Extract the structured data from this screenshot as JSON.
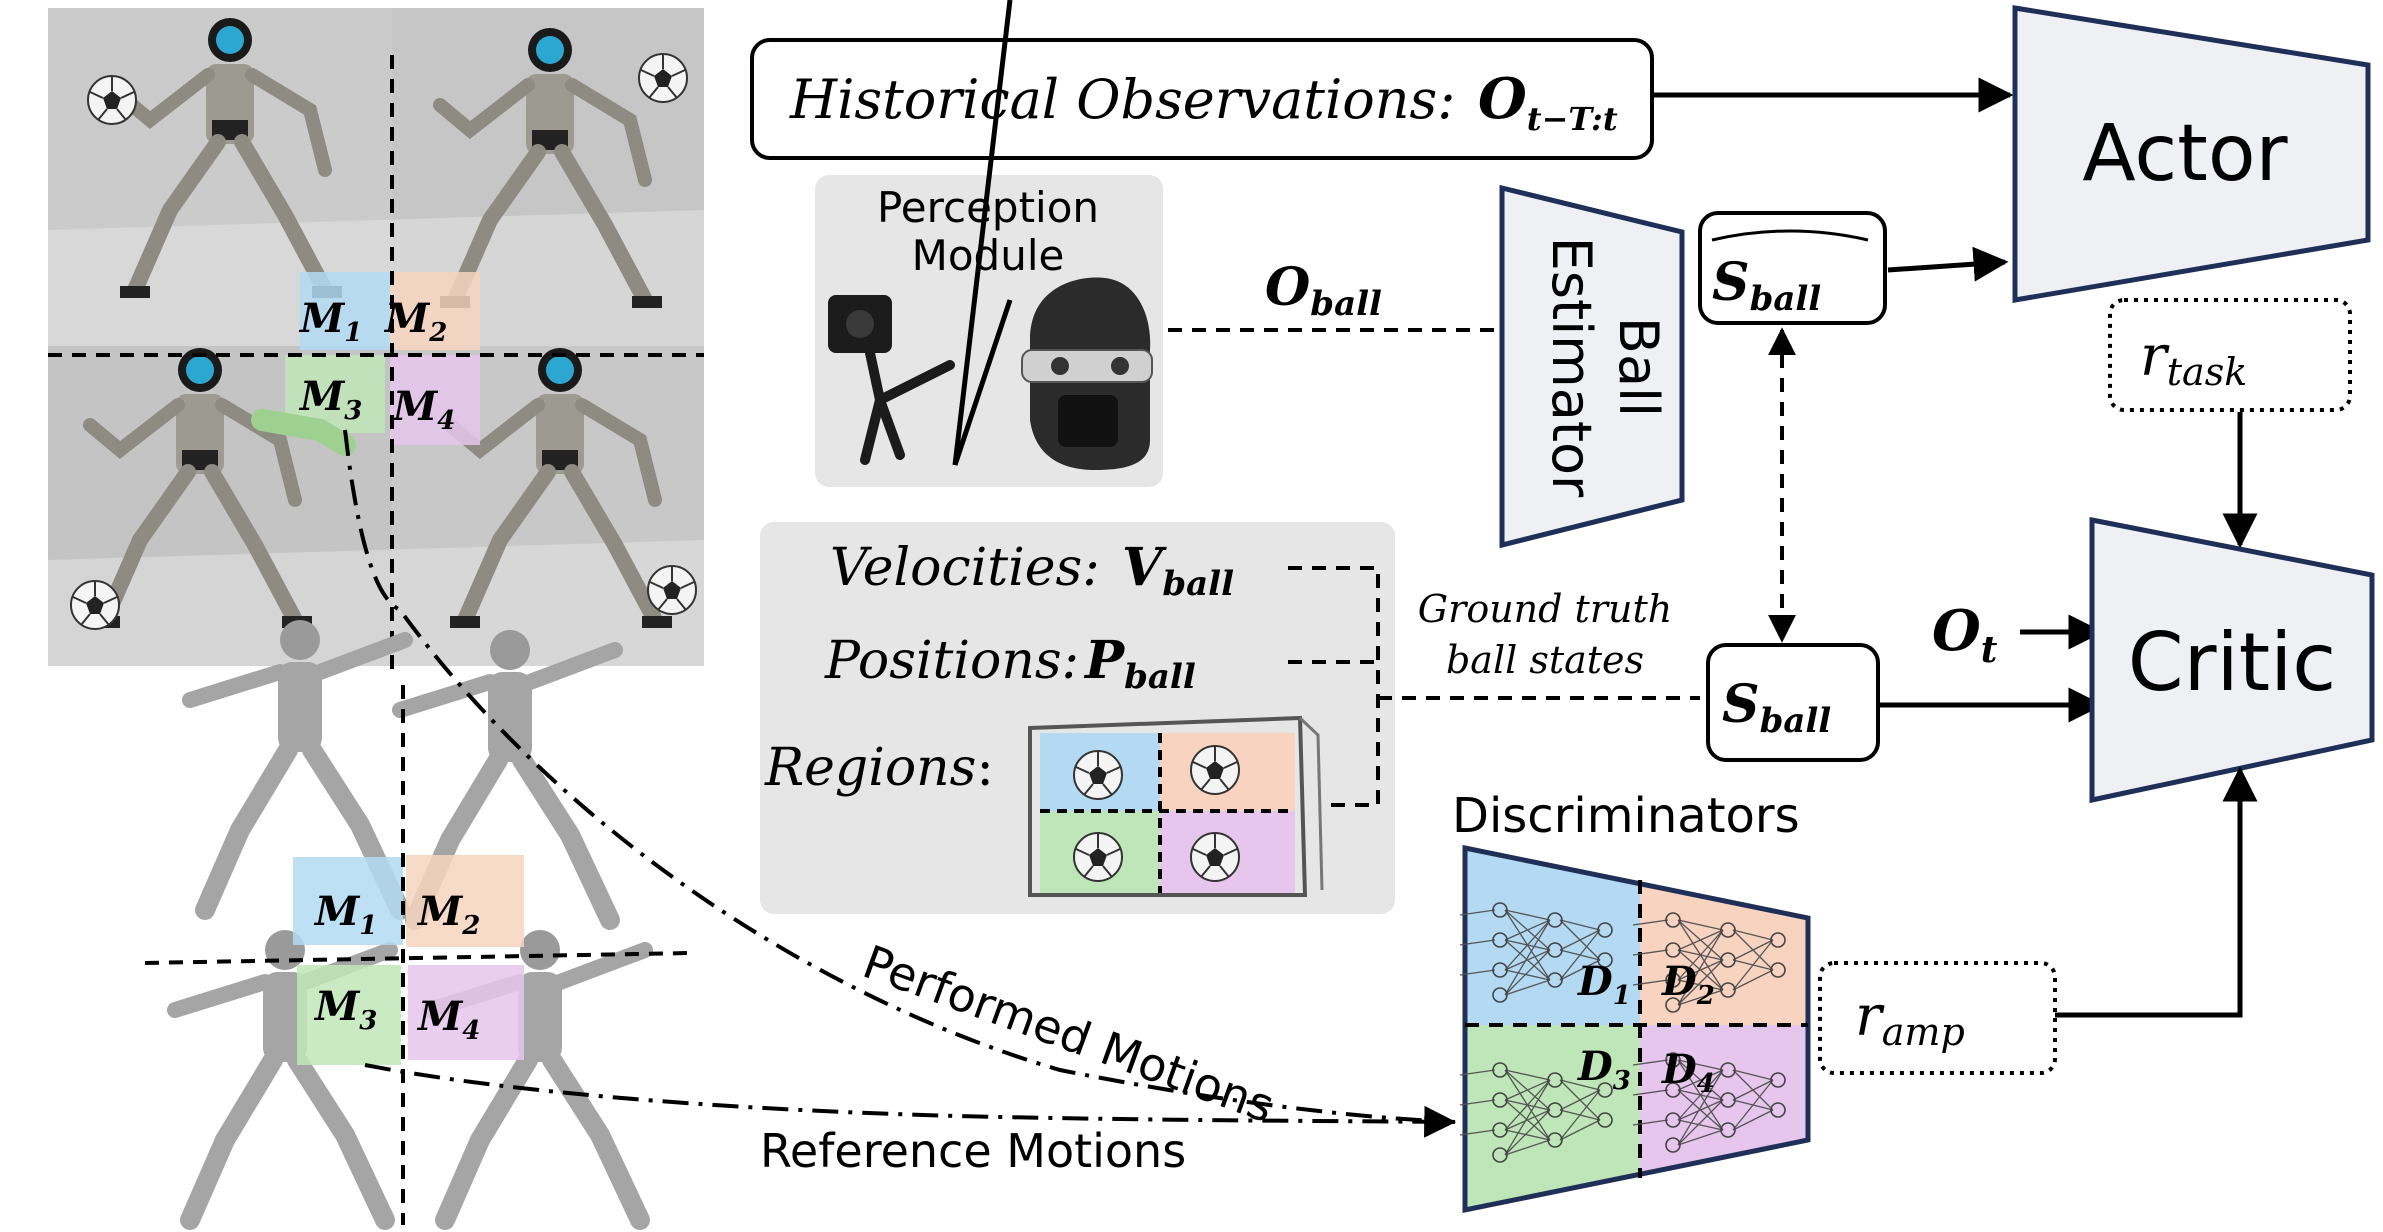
{
  "history_box": {
    "label": "Historical Observations:",
    "symbol": "O",
    "symbol_sub": "t−T:t"
  },
  "perception": {
    "title_line1": "Perception",
    "title_line2": "Module"
  },
  "o_ball": {
    "symbol": "O",
    "sub": "ball"
  },
  "ball_estimator": {
    "line1": "Ball",
    "line2": "Estimator"
  },
  "s_ball_hat": {
    "symbol": "S",
    "sub": "ball"
  },
  "s_ball": {
    "symbol": "S",
    "sub": "ball"
  },
  "actor": {
    "label": "Actor"
  },
  "critic": {
    "label": "Critic"
  },
  "r_task": {
    "symbol": "r",
    "sub": "task"
  },
  "r_amp": {
    "symbol": "r",
    "sub": "amp"
  },
  "o_t": {
    "symbol": "O",
    "sub": "t"
  },
  "ground_truth": {
    "line1": "Ground truth",
    "line2": "ball states"
  },
  "states_panel": {
    "velocities_label": "Velocities:",
    "velocities_symbol": "V",
    "velocities_sub": "ball",
    "positions_label": "Positions:",
    "positions_symbol": "P",
    "positions_sub": "ball",
    "regions_label": "Regions",
    "regions_colon": ":"
  },
  "discriminators": {
    "title": "Discriminators",
    "d1": {
      "symbol": "D",
      "sub": "1"
    },
    "d2": {
      "symbol": "D",
      "sub": "2"
    },
    "d3": {
      "symbol": "D",
      "sub": "3"
    },
    "d4": {
      "symbol": "D",
      "sub": "4"
    }
  },
  "motion_regions": {
    "m1": {
      "symbol": "M",
      "sub": "1"
    },
    "m2": {
      "symbol": "M",
      "sub": "2"
    },
    "m3": {
      "symbol": "M",
      "sub": "3"
    },
    "m4": {
      "symbol": "M",
      "sub": "4"
    }
  },
  "performed_motions": "Performed Motions",
  "reference_motions": "Reference Motions",
  "colors": {
    "region_1": "#b3daf2",
    "region_2": "#f7d3c0",
    "region_3": "#bfe6b8",
    "region_4": "#e6c6ec",
    "network_fill": "#eef0f3",
    "network_stroke": "#1f2f57",
    "panel_gray": "#e6e6e6",
    "photo_bg": "#c9c9c9"
  }
}
